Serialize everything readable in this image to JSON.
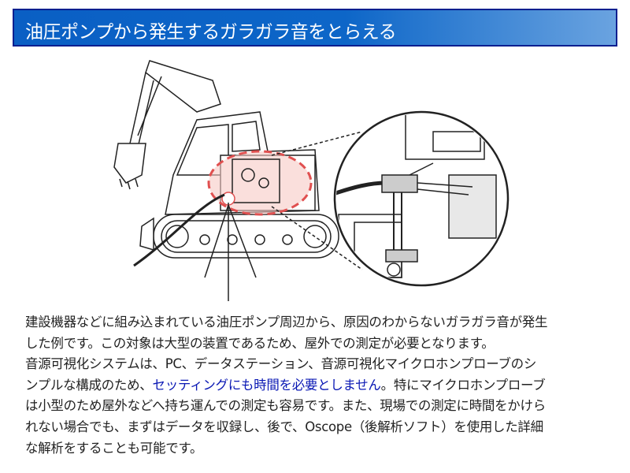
{
  "header": {
    "title": "油圧ポンプから発生するガラガラ音をとらえる"
  },
  "illustration": {
    "icon": "excavator-with-microphone-probe-illustration"
  },
  "body": {
    "lines": [
      "建設機器などに組み込まれている油圧ポンプ周辺から、原因のわからないガラガラ音が発生",
      "した例です。この対象は大型の装置であるため、屋外での測定が必要となります。",
      "音源可視化システムは、PC、データステーション、音源可視化マイクロホンプローブのシ",
      "ンプルな構成のため、",
      "セッティングにも時間を必要としません",
      "。特にマイクロホンプローブ",
      "は小型のため屋外などへ持ち運んでの測定も容易です。また、現場での測定に時間をかけら",
      "れない場合でも、まずはデータを収録し、後で、Oscope（後解析ソフト）を使用した詳細",
      "な解析をすることも可能です。"
    ]
  },
  "colors": {
    "header_bg": "#0a5fc4",
    "header_border": "#0a1f8f",
    "highlight": "#0a18b4",
    "focus_ring": "#e05050"
  }
}
